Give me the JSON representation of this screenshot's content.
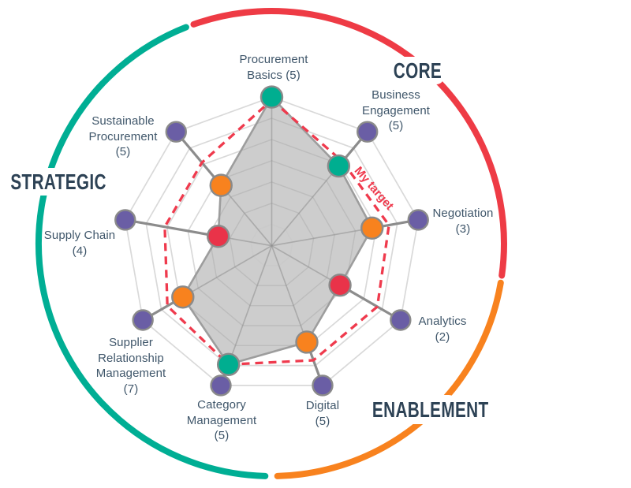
{
  "colors": {
    "teal": "#00AE90",
    "orange": "#F8821E",
    "red": "#E93349",
    "purple": "#6A5EA5",
    "dot_border": "#8A8A8A",
    "web_ring": "#D9D9D9",
    "web_spoke": "#CCCCCC",
    "fill": "#C9C9C9",
    "fill_border": "#9D9D9D",
    "axis_line": "#8C8C8C",
    "target_line": "#EF3A4D",
    "label_text": "#3F566A",
    "badge_text": "#2D4255",
    "background": "#FFFFFF"
  },
  "chart_data": {
    "type": "radar",
    "levels": 7,
    "target_label": "My target",
    "legend_position": "inline-on-target-line",
    "grid": true,
    "groups": [
      {
        "name": "CORE",
        "color": "#EE3B45",
        "arc_start": -19.5,
        "arc_end": 97.9
      },
      {
        "name": "ENABLEMENT",
        "color": "#F8821E",
        "arc_start": 99.7,
        "arc_end": 178.5
      },
      {
        "name": "STRATEGIC",
        "color": "#00AE94",
        "arc_start": 181.5,
        "arc_end": 338.5
      }
    ],
    "axes": [
      {
        "label": "Procurement\nBasics (5)",
        "skill": "Procurement Basics",
        "level_shown": 5,
        "group": "CORE",
        "angle_deg": 0,
        "score_frac": 1.0,
        "target_frac": 0.98,
        "status_color": "teal"
      },
      {
        "label": "Business\nEngagement\n(5)",
        "skill": "Business Engagement",
        "level_shown": 5,
        "group": "CORE",
        "angle_deg": 40,
        "score_frac": 0.7,
        "target_frac": 0.74,
        "status_color": "teal"
      },
      {
        "label": "Negotiation\n(3)",
        "skill": "Negotiation",
        "level_shown": 3,
        "group": "CORE",
        "angle_deg": 80,
        "score_frac": 0.685,
        "target_frac": 0.8,
        "status_color": "orange"
      },
      {
        "label": "Analytics\n(2)",
        "skill": "Analytics",
        "level_shown": 2,
        "group": "ENABLEMENT",
        "angle_deg": 120,
        "score_frac": 0.53,
        "target_frac": 0.82,
        "status_color": "red"
      },
      {
        "label": "Digital\n(5)",
        "skill": "Digital",
        "level_shown": 5,
        "group": "ENABLEMENT",
        "angle_deg": 160,
        "score_frac": 0.69,
        "target_frac": 0.82,
        "status_color": "orange"
      },
      {
        "label": "Category\nManagement\n(5)",
        "skill": "Category Management",
        "level_shown": 5,
        "group": "STRATEGIC",
        "angle_deg": 200,
        "score_frac": 0.85,
        "target_frac": 0.85,
        "status_color": "teal"
      },
      {
        "label": "Supplier\nRelationship\nManagement\n(7)",
        "skill": "Supplier Relationship Management",
        "level_shown": 7,
        "group": "STRATEGIC",
        "angle_deg": 240,
        "score_frac": 0.69,
        "target_frac": 0.81,
        "status_color": "orange"
      },
      {
        "label": "Supply Chain\n(4)",
        "skill": "Supply Chain",
        "level_shown": 4,
        "group": "STRATEGIC",
        "angle_deg": 280,
        "score_frac": 0.365,
        "target_frac": 0.73,
        "status_color": "red"
      },
      {
        "label": "Sustainable\nProcurement\n(5)",
        "skill": "Sustainable Procurement",
        "level_shown": 5,
        "group": "STRATEGIC",
        "angle_deg": 320,
        "score_frac": 0.53,
        "target_frac": 0.73,
        "status_color": "orange"
      }
    ]
  }
}
